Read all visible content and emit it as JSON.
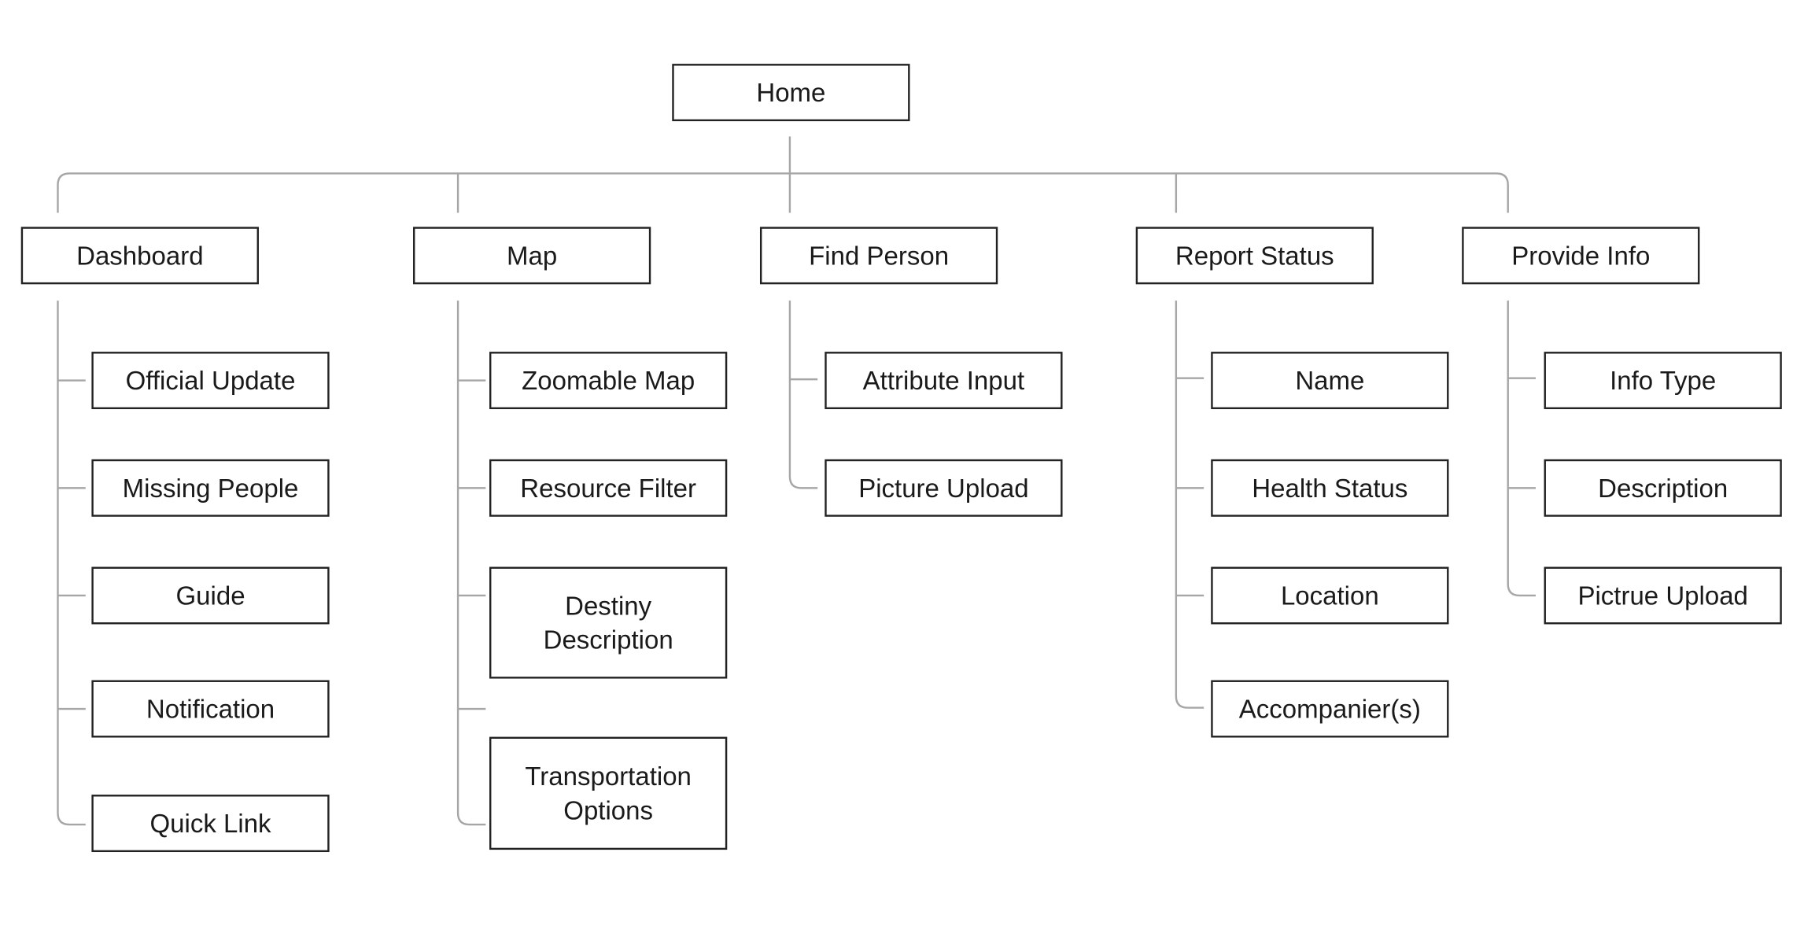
{
  "sitemap": {
    "home": {
      "label": "Home"
    },
    "sections": [
      {
        "id": "dashboard",
        "label": "Dashboard",
        "children": [
          {
            "id": "official-update",
            "lines": [
              "Official Update"
            ]
          },
          {
            "id": "missing-people",
            "lines": [
              "Missing People"
            ]
          },
          {
            "id": "guide",
            "lines": [
              "Guide"
            ]
          },
          {
            "id": "notification",
            "lines": [
              "Notification"
            ]
          },
          {
            "id": "quick-link",
            "lines": [
              "Quick Link"
            ]
          }
        ]
      },
      {
        "id": "map",
        "label": "Map",
        "children": [
          {
            "id": "zoomable-map",
            "lines": [
              "Zoomable Map"
            ]
          },
          {
            "id": "resource-filter",
            "lines": [
              "Resource Filter"
            ]
          },
          {
            "id": "destiny-description",
            "lines": [
              "Destiny",
              "Description"
            ]
          },
          {
            "id": "transportation-options",
            "lines": [
              "Transportation",
              "Options"
            ]
          }
        ]
      },
      {
        "id": "find-person",
        "label": "Find Person",
        "children": [
          {
            "id": "attribute-input",
            "lines": [
              "Attribute Input"
            ]
          },
          {
            "id": "picture-upload",
            "lines": [
              "Picture Upload"
            ]
          }
        ]
      },
      {
        "id": "report-status",
        "label": "Report Status",
        "children": [
          {
            "id": "name",
            "lines": [
              "Name"
            ]
          },
          {
            "id": "health-status",
            "lines": [
              "Health Status"
            ]
          },
          {
            "id": "location",
            "lines": [
              "Location"
            ]
          },
          {
            "id": "accompaniers",
            "lines": [
              "Accompanier(s)"
            ]
          }
        ]
      },
      {
        "id": "provide-info",
        "label": "Provide Info",
        "children": [
          {
            "id": "info-type",
            "lines": [
              "Info Type"
            ]
          },
          {
            "id": "description",
            "lines": [
              "Description"
            ]
          },
          {
            "id": "pictrue-upload",
            "lines": [
              "Pictrue Upload"
            ]
          }
        ]
      }
    ]
  }
}
